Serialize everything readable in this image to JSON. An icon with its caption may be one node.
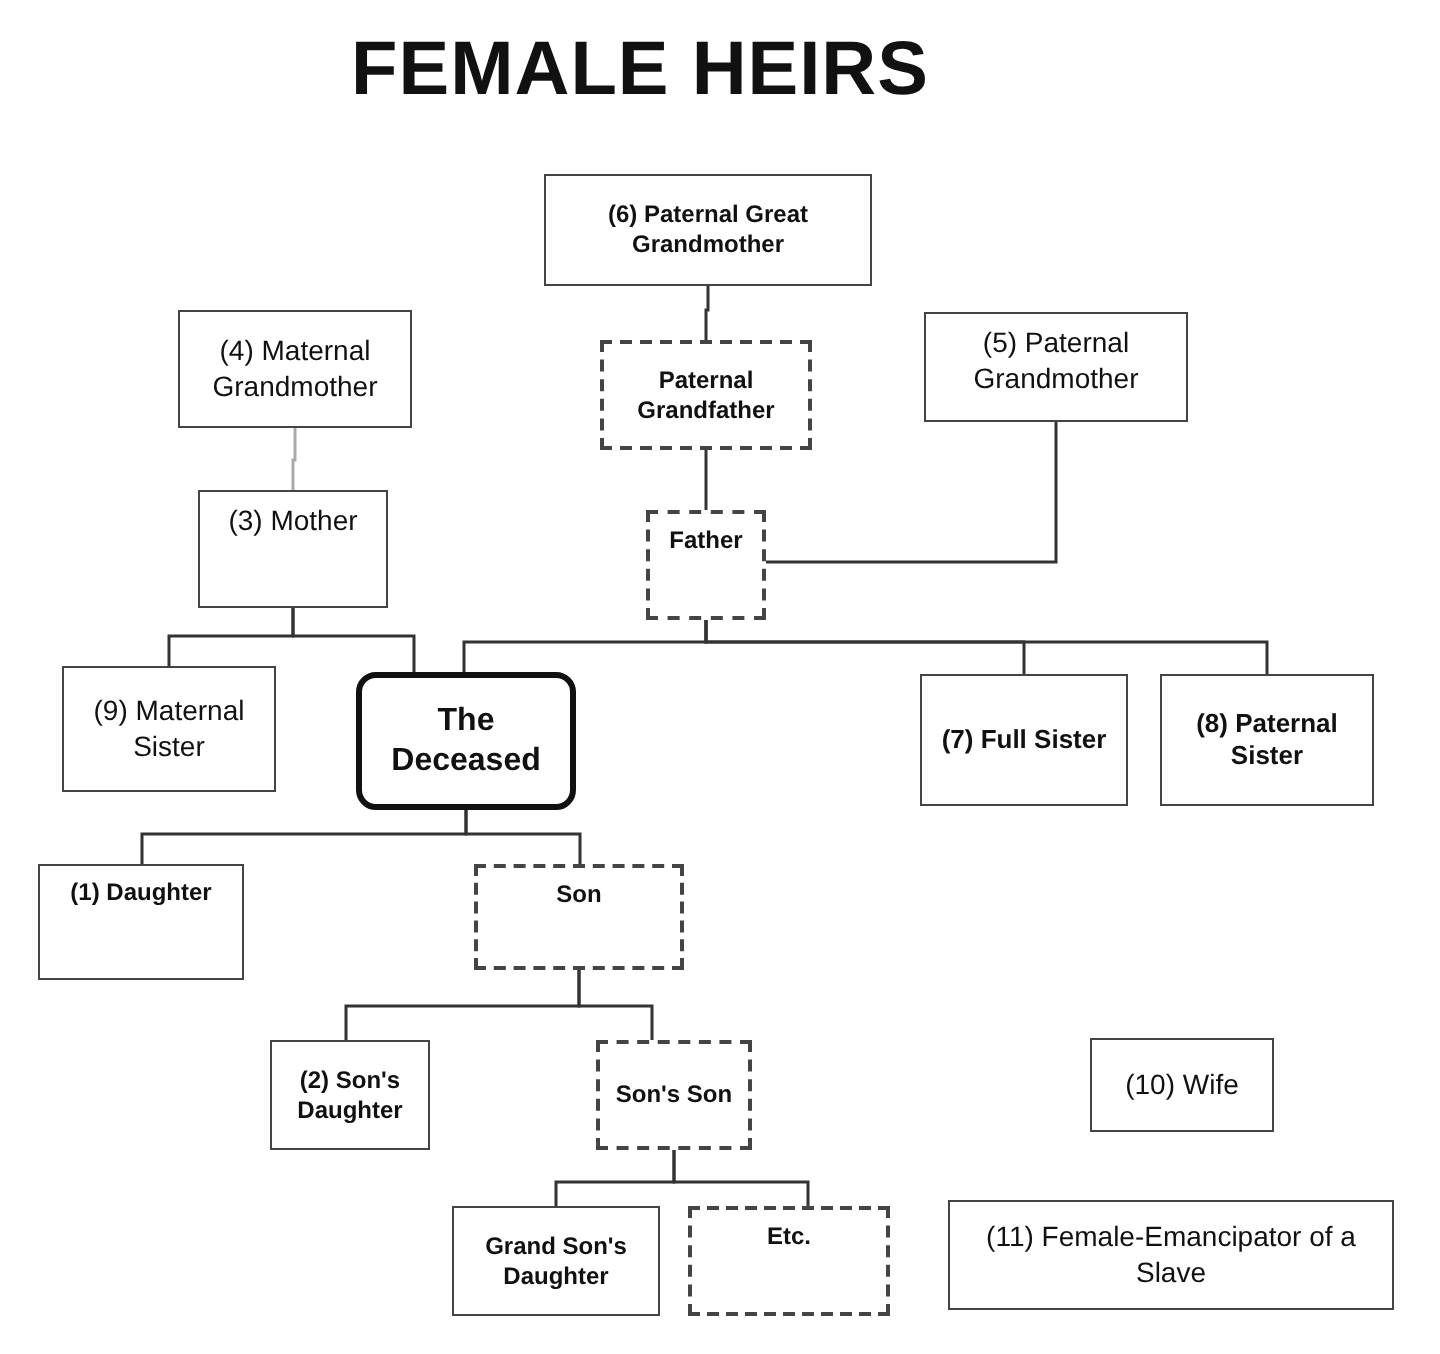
{
  "diagram": {
    "title": "FEMALE HEIRS",
    "nodes": [
      {
        "text": [
          "(6) Paternal Great Grandmother"
        ]
      },
      {
        "text": [
          "(4) Maternal Grandmother"
        ]
      },
      {
        "text": [
          "Paternal Grandfather"
        ]
      },
      {
        "text": [
          "(5) Paternal Grandmother"
        ]
      },
      {
        "text": [
          "(3) Mother"
        ]
      },
      {
        "text": [
          "Father"
        ]
      },
      {
        "text": [
          "(9) Maternal Sister"
        ]
      },
      {
        "text": [
          "The Deceased"
        ]
      },
      {
        "text": [
          "(7) Full Sister"
        ]
      },
      {
        "text": [
          "(8) Paternal Sister"
        ]
      },
      {
        "text": [
          "(1) Daughter"
        ]
      },
      {
        "text": [
          "Son"
        ]
      },
      {
        "text": [
          "(2) Son's Daughter"
        ]
      },
      {
        "text": [
          "Son's Son"
        ]
      },
      {
        "text": [
          "Grand Son's Daughter"
        ]
      },
      {
        "text": [
          "Etc."
        ]
      },
      {
        "text": [
          "(10) Wife"
        ]
      },
      {
        "text": [
          "(11) Female-Emancipator of a Slave"
        ]
      }
    ],
    "edges": [
      {
        "from": 0,
        "to": 2,
        "arrow": "none"
      },
      {
        "from": 2,
        "to": 5,
        "arrow": "none"
      },
      {
        "from": 3,
        "to": 5,
        "arrow": "none"
      },
      {
        "from": 1,
        "to": 4,
        "arrow": "none",
        "color": "#aaaaaa"
      },
      {
        "from": 4,
        "to": 6,
        "arrow": "none"
      },
      {
        "from": 4,
        "to": 7,
        "arrow": "none"
      },
      {
        "from": 5,
        "to": 7,
        "arrow": "none"
      },
      {
        "from": 5,
        "to": 8,
        "arrow": "none"
      },
      {
        "from": 5,
        "to": 9,
        "arrow": "none"
      },
      {
        "from": 7,
        "to": 10,
        "arrow": "none"
      },
      {
        "from": 7,
        "to": 11,
        "arrow": "none"
      },
      {
        "from": 11,
        "to": 12,
        "arrow": "none"
      },
      {
        "from": 11,
        "to": 13,
        "arrow": "none"
      },
      {
        "from": 13,
        "to": 14,
        "arrow": "none"
      },
      {
        "from": 13,
        "to": 15,
        "arrow": "none"
      }
    ]
  }
}
